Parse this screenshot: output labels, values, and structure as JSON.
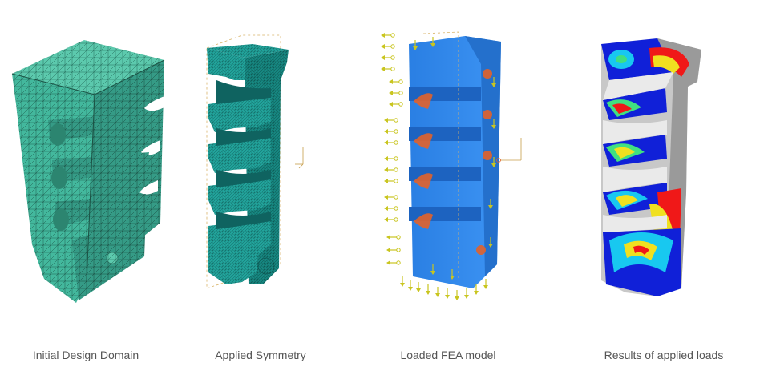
{
  "panels": [
    {
      "caption": "Initial Design Domain",
      "mesh_color": "#3fb29a"
    },
    {
      "caption": "Applied Symmetry",
      "mesh_color": "#1ea098"
    },
    {
      "caption": "Loaded FEA model",
      "model_color": "#2f86e8",
      "load_color": "#c9c51f",
      "contact_color": "#e2622b"
    },
    {
      "caption": "Results of applied loads",
      "stress_colors": [
        "#1020d8",
        "#18c8f0",
        "#40e080",
        "#f0e020",
        "#f01818"
      ]
    }
  ]
}
